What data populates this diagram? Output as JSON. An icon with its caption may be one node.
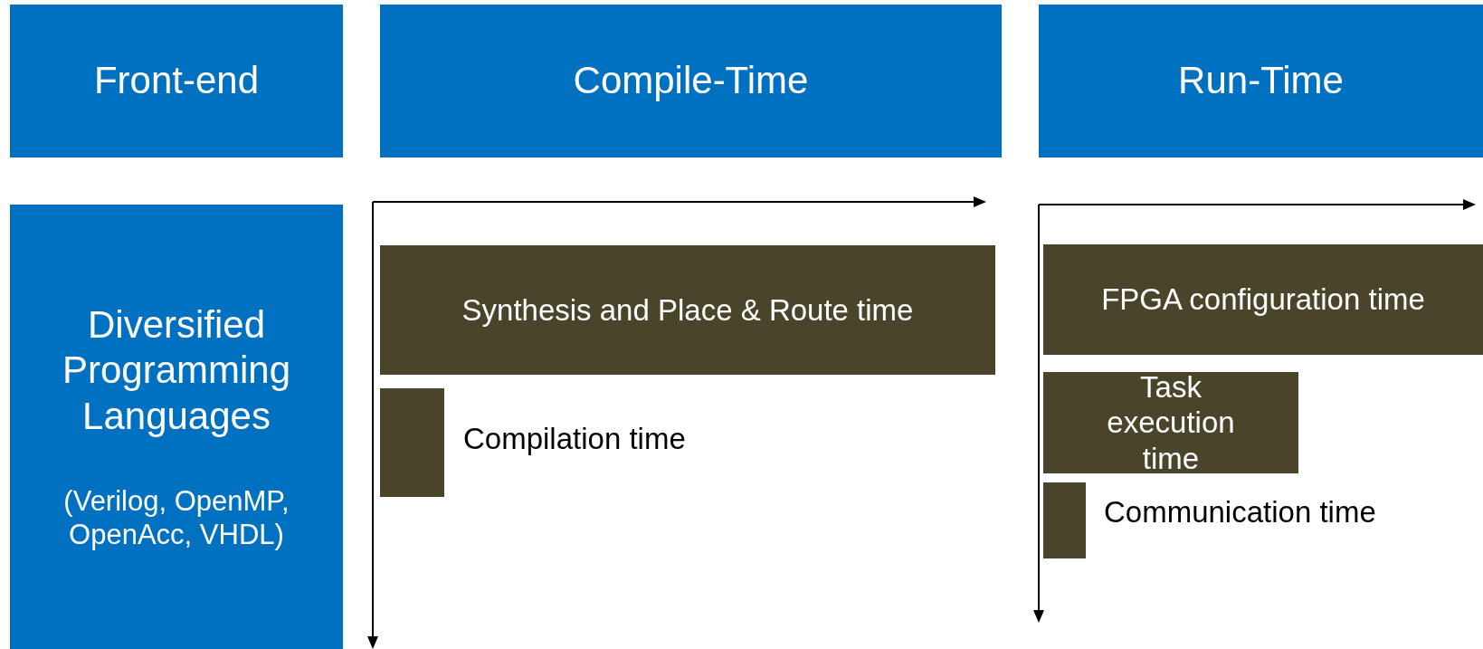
{
  "diagram": {
    "nodes": [
      {
        "text": [
          "Front-end"
        ]
      },
      {
        "text": [
          "Compile-Time"
        ]
      },
      {
        "text": [
          "Run-Time"
        ]
      },
      {
        "text": [
          "Diversified Programming Languages",
          "(Verilog, OpenMP, OpenAcc, VHDL)"
        ]
      },
      {
        "text": [
          "Synthesis and Place & Route time"
        ]
      },
      {
        "text": [],
        "shape": "bar",
        "beside": [
          "Compilation time"
        ]
      },
      {
        "text": [
          "FPGA configuration time"
        ]
      },
      {
        "text": [
          "Task execution time"
        ]
      },
      {
        "text": [],
        "shape": "bar",
        "beside": [
          "Communication time"
        ]
      }
    ],
    "edges": []
  }
}
